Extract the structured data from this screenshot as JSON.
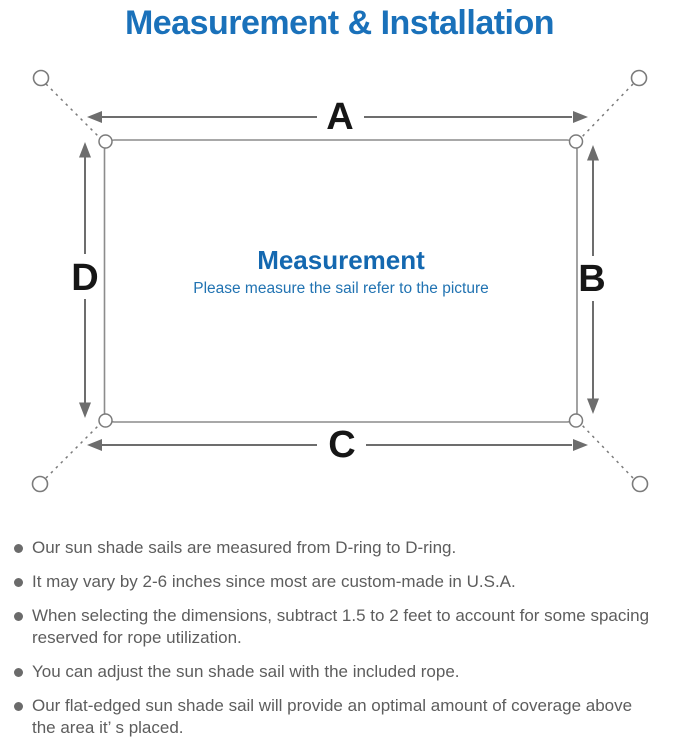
{
  "title": "Measurement & Installation",
  "diagram": {
    "label_a": "A",
    "label_b": "B",
    "label_c": "C",
    "label_d": "D",
    "center_title": "Measurement",
    "center_subtitle": "Please measure the sail refer to the picture"
  },
  "colors": {
    "title_blue": "#1a71ba",
    "center_title_blue": "#1468b0",
    "center_subtitle_blue": "#2173b2",
    "dimension_label_black": "#161616",
    "diagram_line_gray": "#7b7b7b",
    "arrow_gray": "#6d6d6d",
    "note_text_gray": "#5d5d5d"
  },
  "bullets": [
    {
      "text": "Our sun shade sails are measured from D-ring to D-ring."
    },
    {
      "text": "It may vary by 2-6 inches since most are custom-made in U.S.A."
    },
    {
      "text": "When selecting the dimensions, subtract 1.5 to 2 feet to account for some spacing reserved for rope utilization."
    },
    {
      "text": "You can adjust the sun shade sail with the included rope."
    },
    {
      "text": "Our flat-edged sun shade sail will provide an optimal amount of coverage above the area it’ s placed."
    }
  ]
}
